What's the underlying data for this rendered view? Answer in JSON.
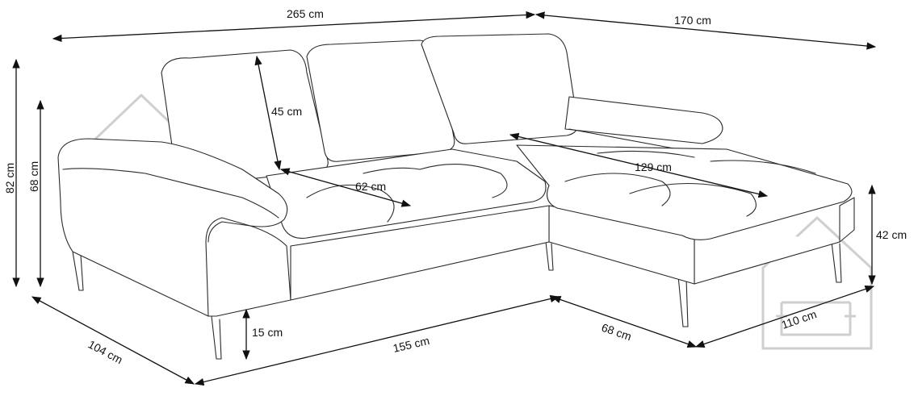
{
  "dimensions": {
    "total_width": "265 cm",
    "chaise_depth": "170 cm",
    "total_height": "82 cm",
    "armrest_height": "68 cm",
    "backrest_height": "45 cm",
    "seat_depth": "62 cm",
    "chaise_length": "129 cm",
    "seat_height": "42 cm",
    "leg_height": "15 cm",
    "sofa_depth": "104 cm",
    "base_length": "155 cm",
    "chaise_inner_depth": "68 cm",
    "chaise_width": "110 cm"
  },
  "colors": {
    "line": "#111111",
    "watermark": "#cfcfcf"
  },
  "icons": [
    "house-sofa-watermark-icon",
    "house-sofa-watermark-icon"
  ]
}
